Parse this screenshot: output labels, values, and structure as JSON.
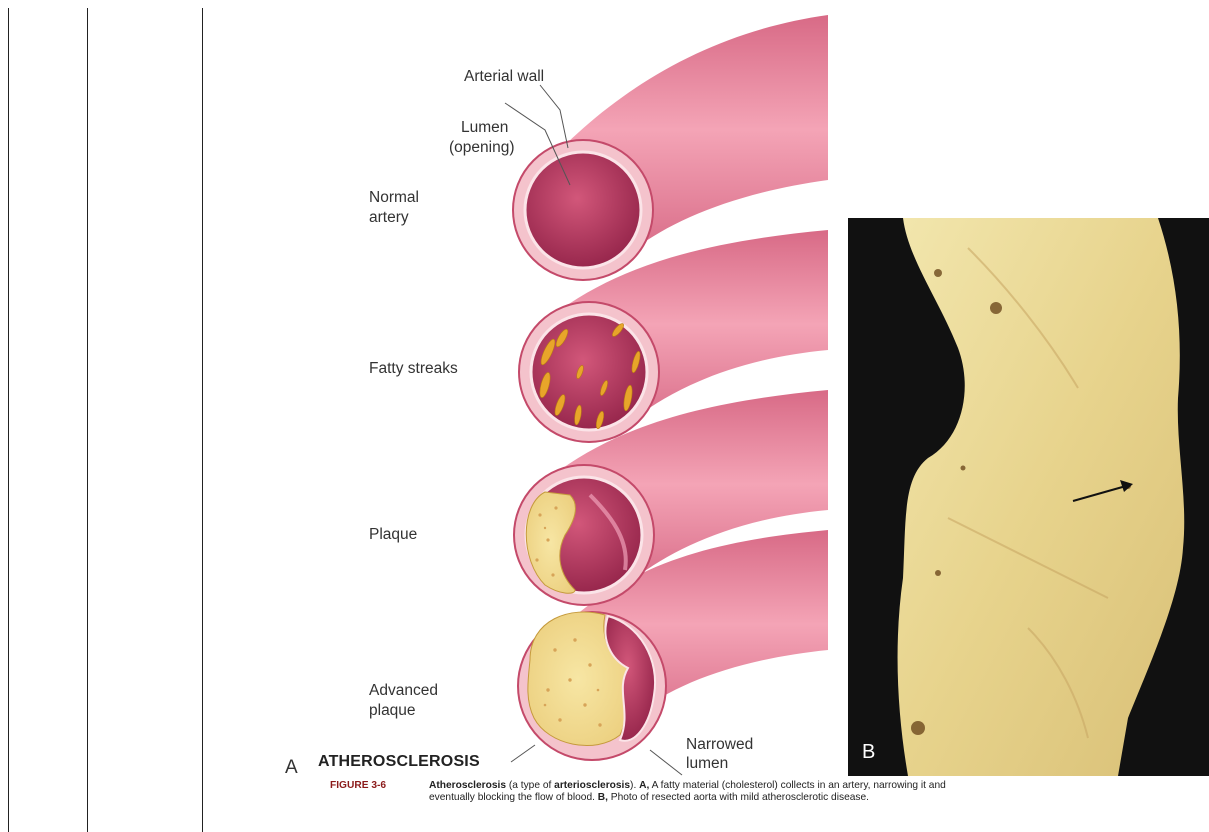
{
  "labels": {
    "arterial_wall": "Arterial wall",
    "lumen": "Lumen",
    "lumen_sub": "(opening)",
    "normal_1": "Normal",
    "normal_2": "artery",
    "fatty_streaks": "Fatty streaks",
    "plaque": "Plaque",
    "advanced_1": "Advanced",
    "advanced_2": "plaque",
    "atherosclerosis": "ATHEROSCLEROSIS",
    "narrowed_1": "Narrowed",
    "narrowed_2": "lumen",
    "panel_a": "A",
    "panel_b": "B"
  },
  "caption": {
    "figure_number": "FIGURE 3-6",
    "term": "Atherosclerosis",
    "t1": " (a type of ",
    "term2": "arteriosclerosis",
    "t2": "). ",
    "a_label": "A,",
    "a_text": " A fatty material (cholesterol) collects in an artery, narrowing it and",
    "line2": "eventually blocking the flow of blood. ",
    "b_label": "B,",
    "b_text": " Photo of resected aorta with mild atherosclerotic disease."
  },
  "colors": {
    "artery_outer": "#e88b9f",
    "artery_wall": "#f4c3cc",
    "lumen": "#b8355a",
    "fat": "#e8a52a",
    "plaque": "#f2dc8e",
    "figure_number": "#8b1a1a",
    "photo_background": "#111111",
    "aorta": "#e6d58f"
  }
}
